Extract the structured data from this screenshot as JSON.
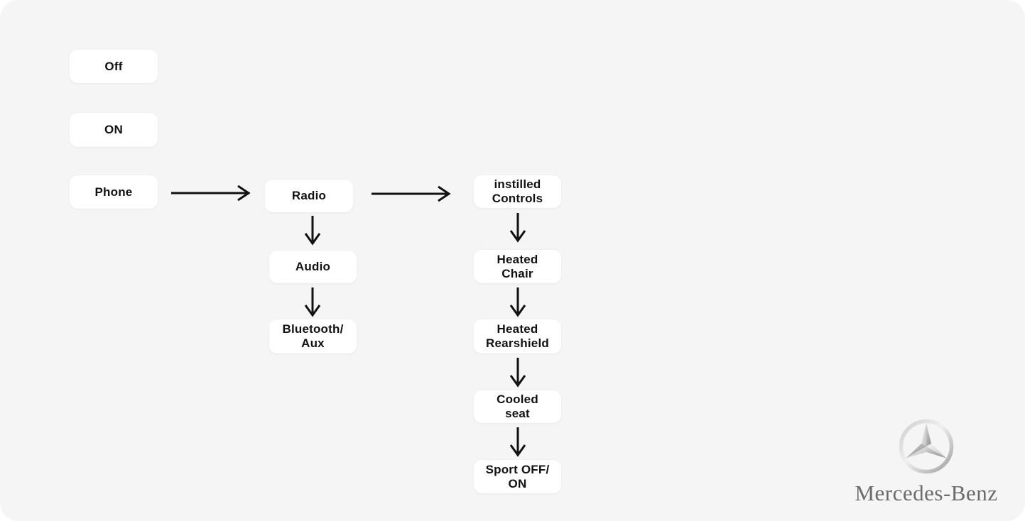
{
  "diagram": {
    "nodes": {
      "off": {
        "label": "Off"
      },
      "on": {
        "label": "ON"
      },
      "phone": {
        "label": "Phone"
      },
      "radio": {
        "label": "Radio"
      },
      "audio": {
        "label": "Audio"
      },
      "bluetooth_aux": {
        "label": "Bluetooth/\nAux"
      },
      "instilled_controls": {
        "label": "instilled\nControls"
      },
      "heated_chair": {
        "label": "Heated\nChair"
      },
      "heated_rearshield": {
        "label": "Heated\nRearshield"
      },
      "cooled_seat": {
        "label": "Cooled\nseat"
      },
      "sport_off_on": {
        "label": "Sport OFF/\nON"
      }
    },
    "edges": [
      {
        "from": "phone",
        "to": "radio",
        "direction": "right"
      },
      {
        "from": "radio",
        "to": "instilled_controls",
        "direction": "right"
      },
      {
        "from": "radio",
        "to": "audio",
        "direction": "down"
      },
      {
        "from": "audio",
        "to": "bluetooth_aux",
        "direction": "down"
      },
      {
        "from": "instilled_controls",
        "to": "heated_chair",
        "direction": "down"
      },
      {
        "from": "heated_chair",
        "to": "heated_rearshield",
        "direction": "down"
      },
      {
        "from": "heated_rearshield",
        "to": "cooled_seat",
        "direction": "down"
      },
      {
        "from": "cooled_seat",
        "to": "sport_off_on",
        "direction": "down"
      }
    ]
  },
  "logo": {
    "wordmark": "Mercedes-Benz",
    "icon": "mercedes-three-pointed-star-icon"
  },
  "colors": {
    "canvas_background": "#F5F5F6",
    "node_background": "#FFFFFF",
    "node_text": "#111111",
    "arrow": "#111111",
    "logo_text": "#6B6B6B",
    "logo_silver_light": "#EFEFEF",
    "logo_silver_dark": "#8F8F8F"
  }
}
